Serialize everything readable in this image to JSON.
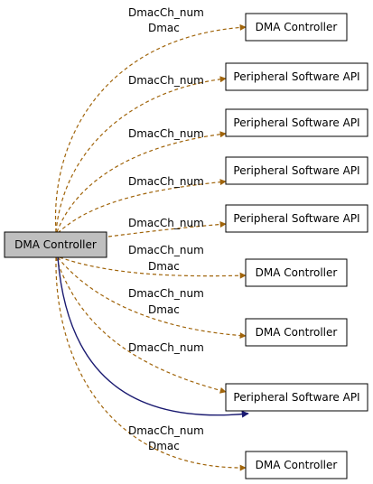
{
  "colors": {
    "dashed_edge": "#a0640a",
    "solid_edge": "#191970",
    "center_fill": "#bfbfbf",
    "node_fill": "#ffffff",
    "node_border": "#000000"
  },
  "center_node": {
    "label": "DMA Controller"
  },
  "nodes": [
    {
      "label": "DMA Controller"
    },
    {
      "label": "Peripheral Software API"
    },
    {
      "label": "Peripheral Software API"
    },
    {
      "label": "Peripheral Software API"
    },
    {
      "label": "Peripheral Software API"
    },
    {
      "label": "DMA Controller"
    },
    {
      "label": "DMA Controller"
    },
    {
      "label": "Peripheral Software API"
    },
    {
      "label": "DMA Controller"
    }
  ],
  "edges": [
    {
      "labels": [
        "DmacCh_num",
        "Dmac"
      ],
      "style": "dashed"
    },
    {
      "labels": [
        "DmacCh_num"
      ],
      "style": "dashed"
    },
    {
      "labels": [
        "DmacCh_num"
      ],
      "style": "dashed"
    },
    {
      "labels": [
        "DmacCh_num"
      ],
      "style": "dashed"
    },
    {
      "labels": [
        "DmacCh_num"
      ],
      "style": "dashed"
    },
    {
      "labels": [
        "DmacCh_num",
        "Dmac"
      ],
      "style": "dashed"
    },
    {
      "labels": [
        "DmacCh_num",
        "Dmac"
      ],
      "style": "dashed"
    },
    {
      "labels": [
        "DmacCh_num"
      ],
      "style": "dashed"
    },
    {
      "labels": [
        "DmacCh_num",
        "Dmac"
      ],
      "style": "dashed"
    }
  ],
  "solid_edge_target": 7
}
